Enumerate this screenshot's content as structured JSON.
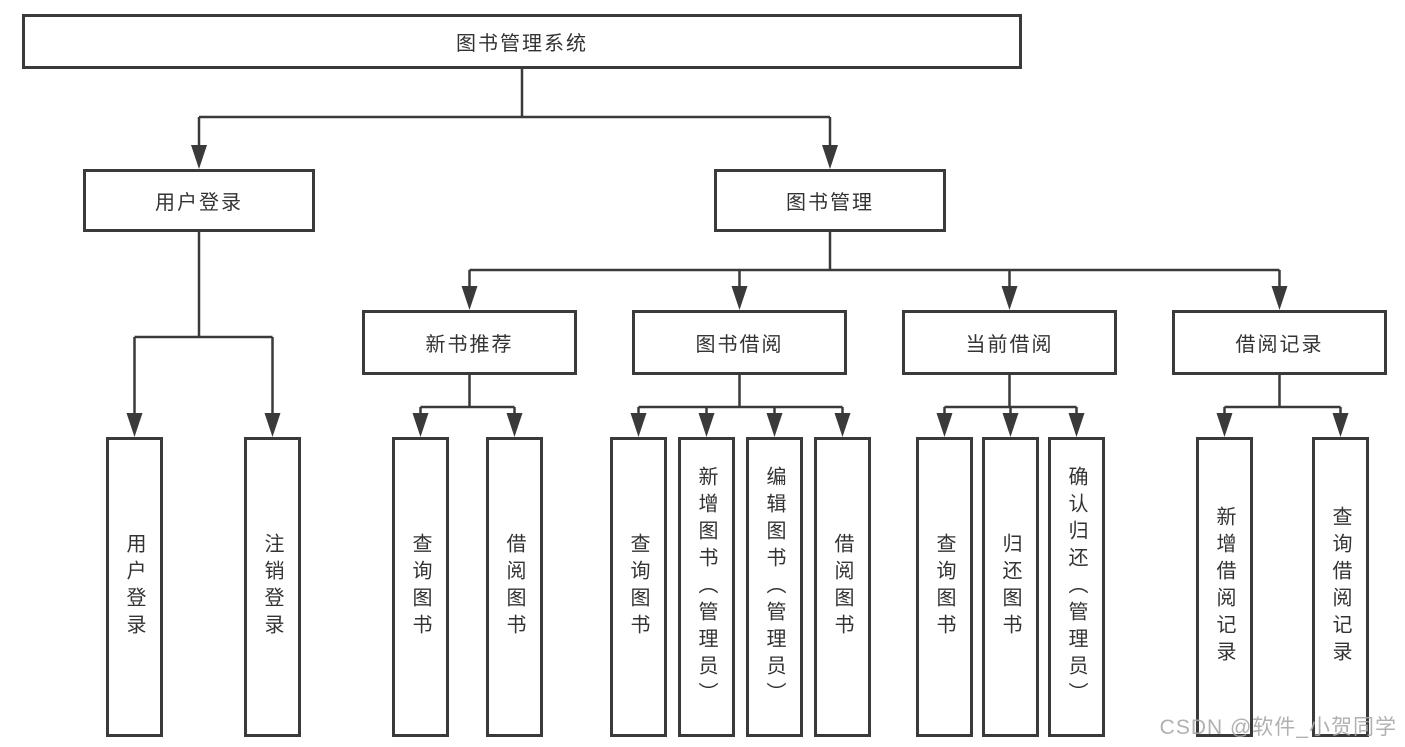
{
  "diagram": {
    "tree": {
      "root": {
        "label": "图书管理系统"
      },
      "children": [
        {
          "label": "用户登录",
          "children": [
            {
              "label": "用户登录"
            },
            {
              "label": "注销登录"
            }
          ]
        },
        {
          "label": "图书管理",
          "children": [
            {
              "label": "新书推荐",
              "children": [
                {
                  "label": "查询图书"
                },
                {
                  "label": "借阅图书"
                }
              ]
            },
            {
              "label": "图书借阅",
              "children": [
                {
                  "label": "查询图书"
                },
                {
                  "label": "新增图书（管理员）"
                },
                {
                  "label": "编辑图书（管理员）"
                },
                {
                  "label": "借阅图书"
                }
              ]
            },
            {
              "label": "当前借阅",
              "children": [
                {
                  "label": "查询图书"
                },
                {
                  "label": "归还图书"
                },
                {
                  "label": "确认归还（管理员）"
                }
              ]
            },
            {
              "label": "借阅记录",
              "children": [
                {
                  "label": "新增借阅记录"
                },
                {
                  "label": "查询借阅记录"
                }
              ]
            }
          ]
        }
      ]
    },
    "colors": {
      "line": "#3a3a3a",
      "text": "#333333",
      "background": "#ffffff",
      "watermark": "#a8a8a8"
    }
  },
  "watermark": {
    "text": "CSDN @软件_小贺同学"
  }
}
